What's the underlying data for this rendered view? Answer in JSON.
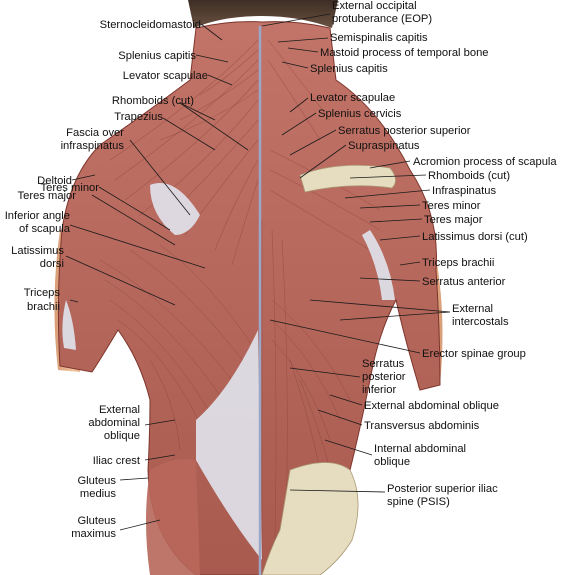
{
  "labels_left": [
    "Sternocleidomastoid",
    "Splenius capitis",
    "Levator scapulae",
    "Rhomboids (cut)",
    "Trapezius",
    "Fascia over",
    "infraspinatus",
    "Teres minor",
    "Deltoid",
    "Teres major",
    "Inferior angle",
    "of scapula",
    "Latissimus",
    "dorsi",
    "Triceps",
    "brachii",
    "External",
    "abdominal",
    "oblique",
    "Iliac crest",
    "Gluteus",
    "medius",
    "Gluteus",
    "maximus"
  ],
  "labels_right": [
    "External occipital",
    "protuberance (EOP)",
    "Semispinalis capitis",
    "Mastoid process of temporal bone",
    "Splenius capitis",
    "Levator scapulae",
    "Splenius cervicis",
    "Serratus posterior superior",
    "Supraspinatus",
    "Acromion process of scapula",
    "Rhomboids (cut)",
    "Infraspinatus",
    "Teres minor",
    "Teres major",
    "Latissimus dorsi (cut)",
    "Triceps brachii",
    "Serratus anterior",
    "External",
    "intercostals",
    "Erector spinae group",
    "Serratus",
    "posterior",
    "inferior",
    "External abdominal oblique",
    "Transversus abdominis",
    "Internal abdominal",
    "oblique",
    "Posterior superior iliac",
    "spine (PSIS)"
  ],
  "colors": {
    "muscle": "#b8675a",
    "muscle_dark": "#8e3f34",
    "skin": "#e9b48c",
    "fascia": "#dfe2ea",
    "bone": "#e6dcc0"
  }
}
